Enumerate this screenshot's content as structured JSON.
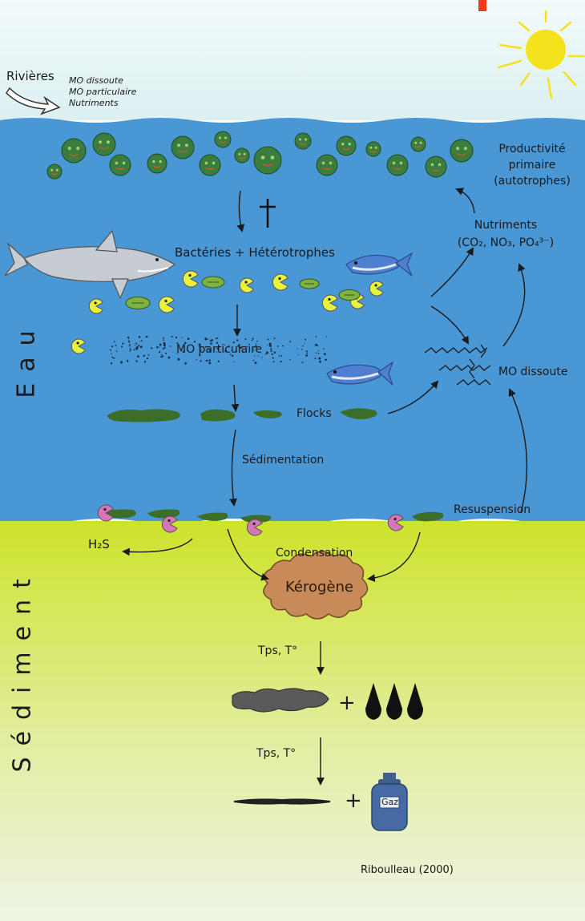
{
  "labels": {
    "rivieres": "Rivières",
    "inputs": [
      "MO dissoute",
      "MO particulaire",
      "Nutriments"
    ],
    "productivite_1": "Productivité",
    "productivite_2": "primaire",
    "productivite_3": "(autotrophes)",
    "nutriments_1": "Nutriments",
    "nutriments_2": "(CO₂, NO₃, PO₄³⁻)",
    "bacteries": "Bactéries + Hétérotrophes",
    "mo_particulaire": "MO particulaire",
    "mo_dissoute": "MO dissoute",
    "flocks": "Flocks",
    "sedimentation": "Sédimentation",
    "resuspension": "Resuspension",
    "h2s": "H₂S",
    "condensation": "Condensation",
    "kerogene": "Kérogène",
    "tps1": "Tps, T°",
    "tps2": "Tps, T°",
    "plus1": "+",
    "plus2": "+",
    "gaz": "Gaz",
    "eau": "Eau",
    "sediment": "Sédiment",
    "credit": "Riboulleau (2000)"
  },
  "colors": {
    "sky": "#e6f4f6",
    "water": "#4a97d6",
    "sediment": "#cfe32b",
    "algae": "#3b7d3e",
    "floc": "#3c6e2a",
    "kerogen": "#c98a5a",
    "pacman": "#e8f23c",
    "pink": "#d775b9",
    "sun": "#f3e21c",
    "corner_mark": "#f03b17"
  },
  "icons": [
    "sun-icon",
    "fish-icon",
    "shark-icon",
    "oil-drop-icon",
    "gas-tank-icon",
    "dagger-icon",
    "arrow-icon"
  ]
}
